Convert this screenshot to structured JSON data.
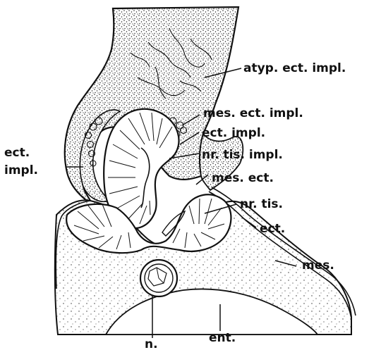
{
  "figure": {
    "labels": {
      "atyp_ect_impl": "atyp. ect. impl.",
      "mes_ect_impl": "mes. ect. impl.",
      "ect_impl_right": "ect. impl.",
      "nr_tis_impl": "nr. tis. impl.",
      "mes_ect": "mes. ect.",
      "nr_tis": "nr. tis.",
      "ect": "ect.",
      "mes": "mes.",
      "ect_left_line1": "ect.",
      "ect_left_line2": "impl.",
      "n": "n.",
      "ent": "ent."
    }
  }
}
